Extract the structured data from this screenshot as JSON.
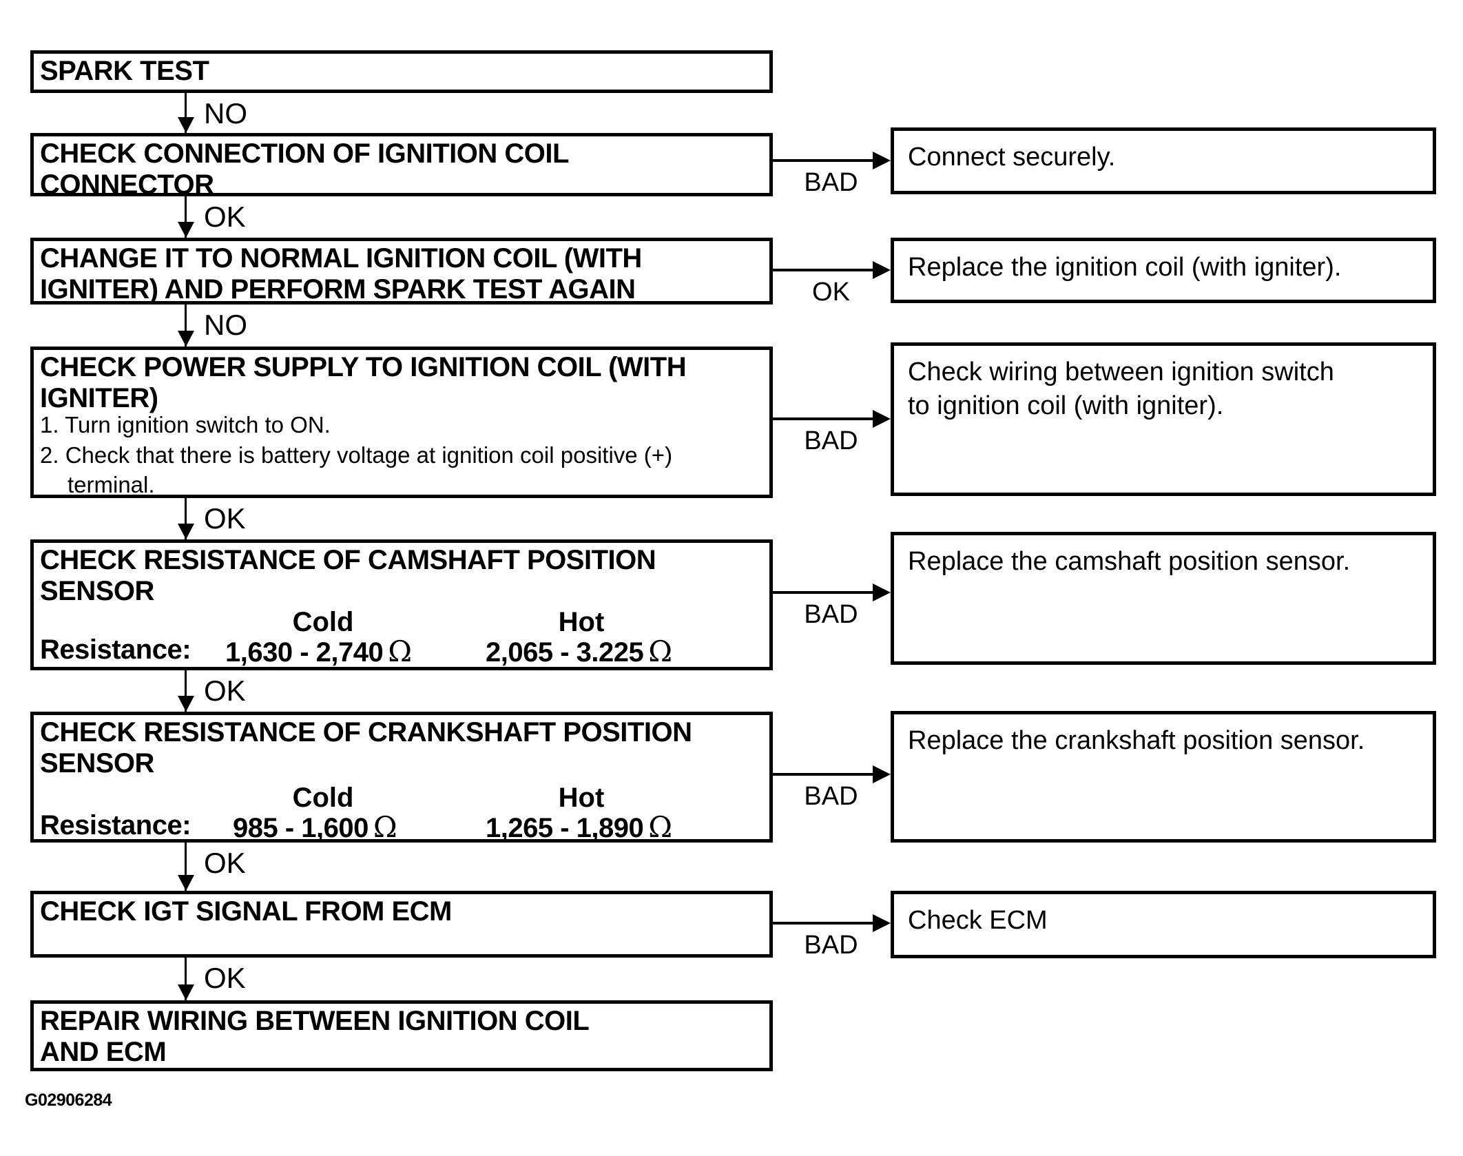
{
  "diagram": {
    "caption": "G02906284",
    "omega": "Ω",
    "labels": {
      "no": "NO",
      "ok": "OK",
      "bad": "BAD"
    },
    "steps": {
      "spark_test": {
        "title": "SPARK TEST"
      },
      "check_connection": {
        "line1": "CHECK CONNECTION OF IGNITION COIL",
        "line2": "CONNECTOR"
      },
      "change_coil": {
        "line1": "CHANGE IT TO NORMAL IGNITION COIL (WITH",
        "line2": "IGNITER) AND PERFORM SPARK TEST AGAIN"
      },
      "check_power_supply": {
        "line1": "CHECK POWER SUPPLY TO IGNITION COIL (WITH",
        "line2": "IGNITER)",
        "item1": "1. Turn ignition switch to ON.",
        "item2_line1": "2. Check that there is battery voltage at ignition coil positive (+)",
        "item2_line2": "terminal."
      },
      "check_camshaft": {
        "line1": "CHECK RESISTANCE OF CAMSHAFT POSITION",
        "line2": "SENSOR",
        "cold_header": "Cold",
        "hot_header": "Hot",
        "resistance_label": "Resistance:",
        "cold_value": "1,630 - 2,740",
        "hot_value": "2,065 - 3.225"
      },
      "check_crankshaft": {
        "line1": "CHECK RESISTANCE OF CRANKSHAFT POSITION",
        "line2": "SENSOR",
        "cold_header": "Cold",
        "hot_header": "Hot",
        "resistance_label": "Resistance:",
        "cold_value": "985 - 1,600",
        "hot_value": "1,265 - 1,890"
      },
      "check_igt": {
        "title": "CHECK IGT SIGNAL FROM ECM"
      },
      "repair_wiring": {
        "line1": "REPAIR WIRING BETWEEN IGNITION COIL",
        "line2": "AND ECM"
      }
    },
    "results": {
      "connect_securely": "Connect securely.",
      "replace_ignition_coil": "Replace the ignition coil (with igniter).",
      "check_wiring_line1": "Check wiring between ignition switch",
      "check_wiring_line2": "to ignition coil (with igniter).",
      "replace_camshaft_sensor": "Replace the camshaft position sensor.",
      "replace_crankshaft_sensor": "Replace the crankshaft position sensor.",
      "check_ecm": "Check ECM"
    }
  }
}
